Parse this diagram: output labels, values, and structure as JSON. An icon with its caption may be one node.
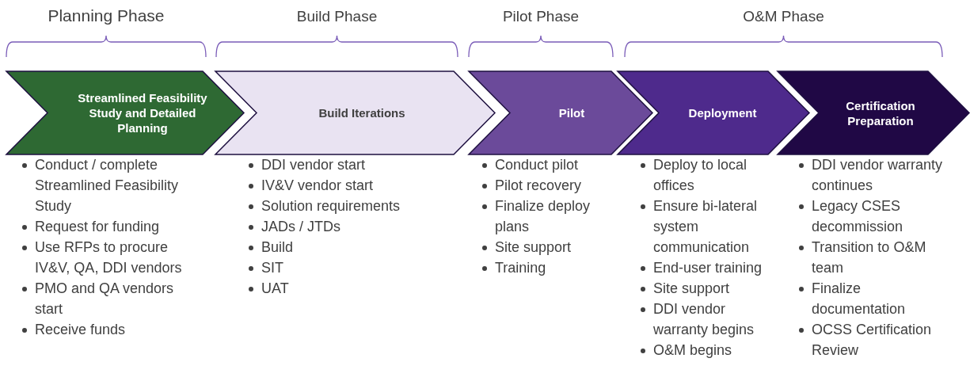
{
  "diagram": {
    "nodes": [
      {
        "text": [
          "Streamlined Feasibility Study and Detailed Planning"
        ],
        "beside": [
          "Conduct / complete Streamlined Feasibility Study",
          "Request for funding",
          "Use RFPs to procure IV&V, QA, DDI vendors",
          "PMO and QA vendors start",
          "Receive funds"
        ]
      },
      {
        "text": [
          "Build Iterations"
        ],
        "beside": [
          "DDI vendor start",
          "IV&V vendor start",
          "Solution requirements",
          "JADs / JTDs",
          "Build",
          "SIT",
          "UAT"
        ]
      },
      {
        "text": [
          "Pilot"
        ],
        "beside": [
          "Conduct pilot",
          "Pilot recovery",
          "Finalize deploy plans",
          "Site support",
          "Training"
        ]
      },
      {
        "text": [
          "Deployment"
        ],
        "beside": [
          "Deploy to local offices",
          "Ensure bi-lateral system communication",
          "End-user training",
          "Site support",
          "DDI vendor warranty begins",
          "O&M begins"
        ]
      },
      {
        "text": [
          "Certification Preparation"
        ],
        "beside": [
          "DDI vendor warranty continues",
          "Legacy CSES decommission",
          "Transition to O&M team",
          "Finalize documentation",
          "OCSS Certification Review"
        ]
      }
    ],
    "labels": [
      "Planning Phase",
      "Build Phase",
      "Pilot Phase",
      "O&M Phase"
    ]
  }
}
